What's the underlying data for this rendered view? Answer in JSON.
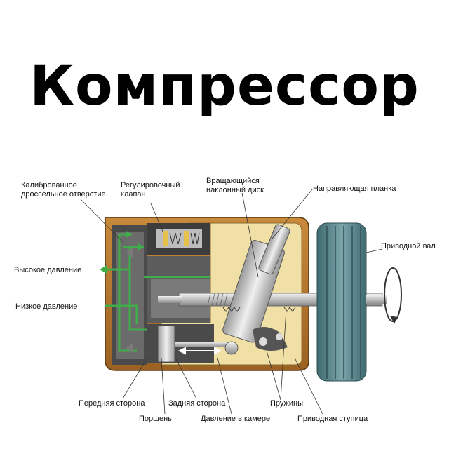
{
  "title": "Компрессор",
  "labels": {
    "throttle_1": "Калиброванное",
    "throttle_2": "дроссельное отверстие",
    "reg_valve_1": "Регулировочный",
    "reg_valve_2": "клапан",
    "swash_1": "Вращающийся",
    "swash_2": "наклонный диск",
    "guide_bar": "Направляющая планка",
    "drive_shaft": "Приводной вал",
    "high_pressure": "Высокое давление",
    "low_pressure": "Низкое давление",
    "front_side": "Передняя сторона",
    "piston": "Поршень",
    "rear_side": "Задняя сторона",
    "chamber_pressure": "Давление в камере",
    "springs": "Пружины",
    "drive_hub": "Приводная ступица"
  },
  "colors": {
    "housing_brown": "#b9772e",
    "housing_cream": "#f1e0a6",
    "inner_gray": "#5c5c5c",
    "flow_green": "#3fae4a",
    "pulley_teal": "#4d7d83",
    "metal_light": "#d8d8d8"
  }
}
